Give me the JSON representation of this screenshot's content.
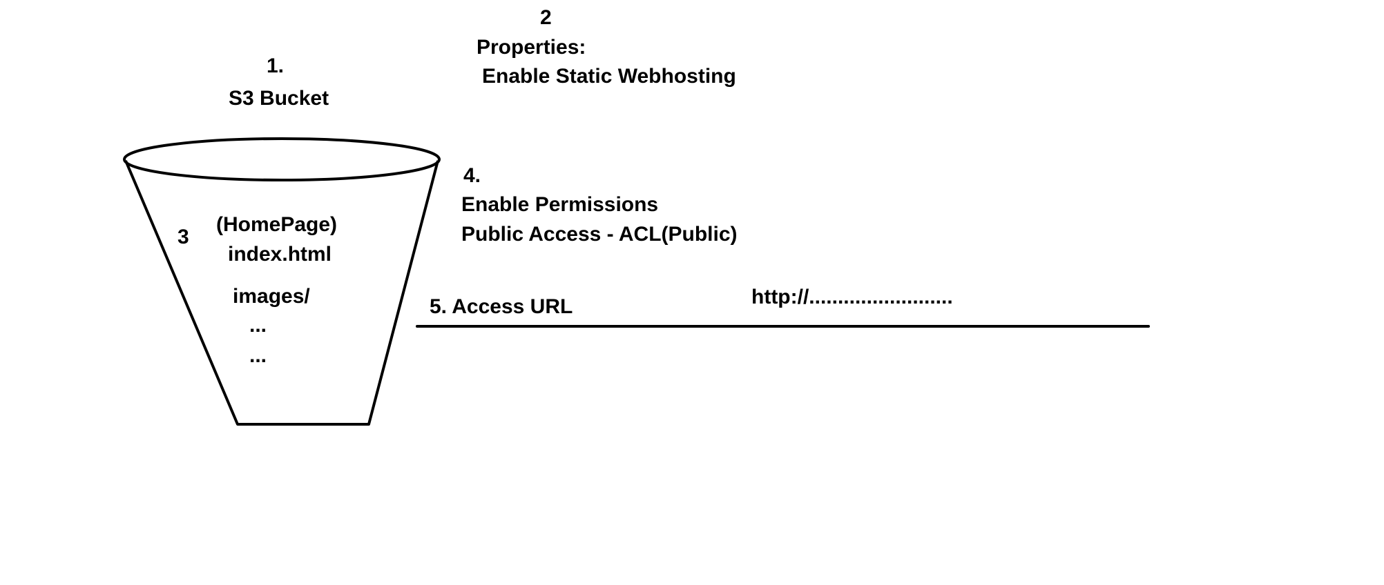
{
  "colors": {
    "background": "#ffffff",
    "stroke": "#000000",
    "text": "#000000"
  },
  "step1": {
    "number": "1.",
    "label": "S3 Bucket"
  },
  "step2": {
    "number": "2",
    "label": "Properties:",
    "detail": "Enable Static Webhosting"
  },
  "step3": {
    "number": "3",
    "homepage": "(HomePage)",
    "file": "index.html",
    "folder": "images/",
    "more1": "...",
    "more2": "..."
  },
  "step4": {
    "number": "4.",
    "label": "Enable Permissions",
    "detail": "Public Access - ACL(Public)"
  },
  "step5": {
    "label": "5. Access URL",
    "url": "http://........................."
  }
}
